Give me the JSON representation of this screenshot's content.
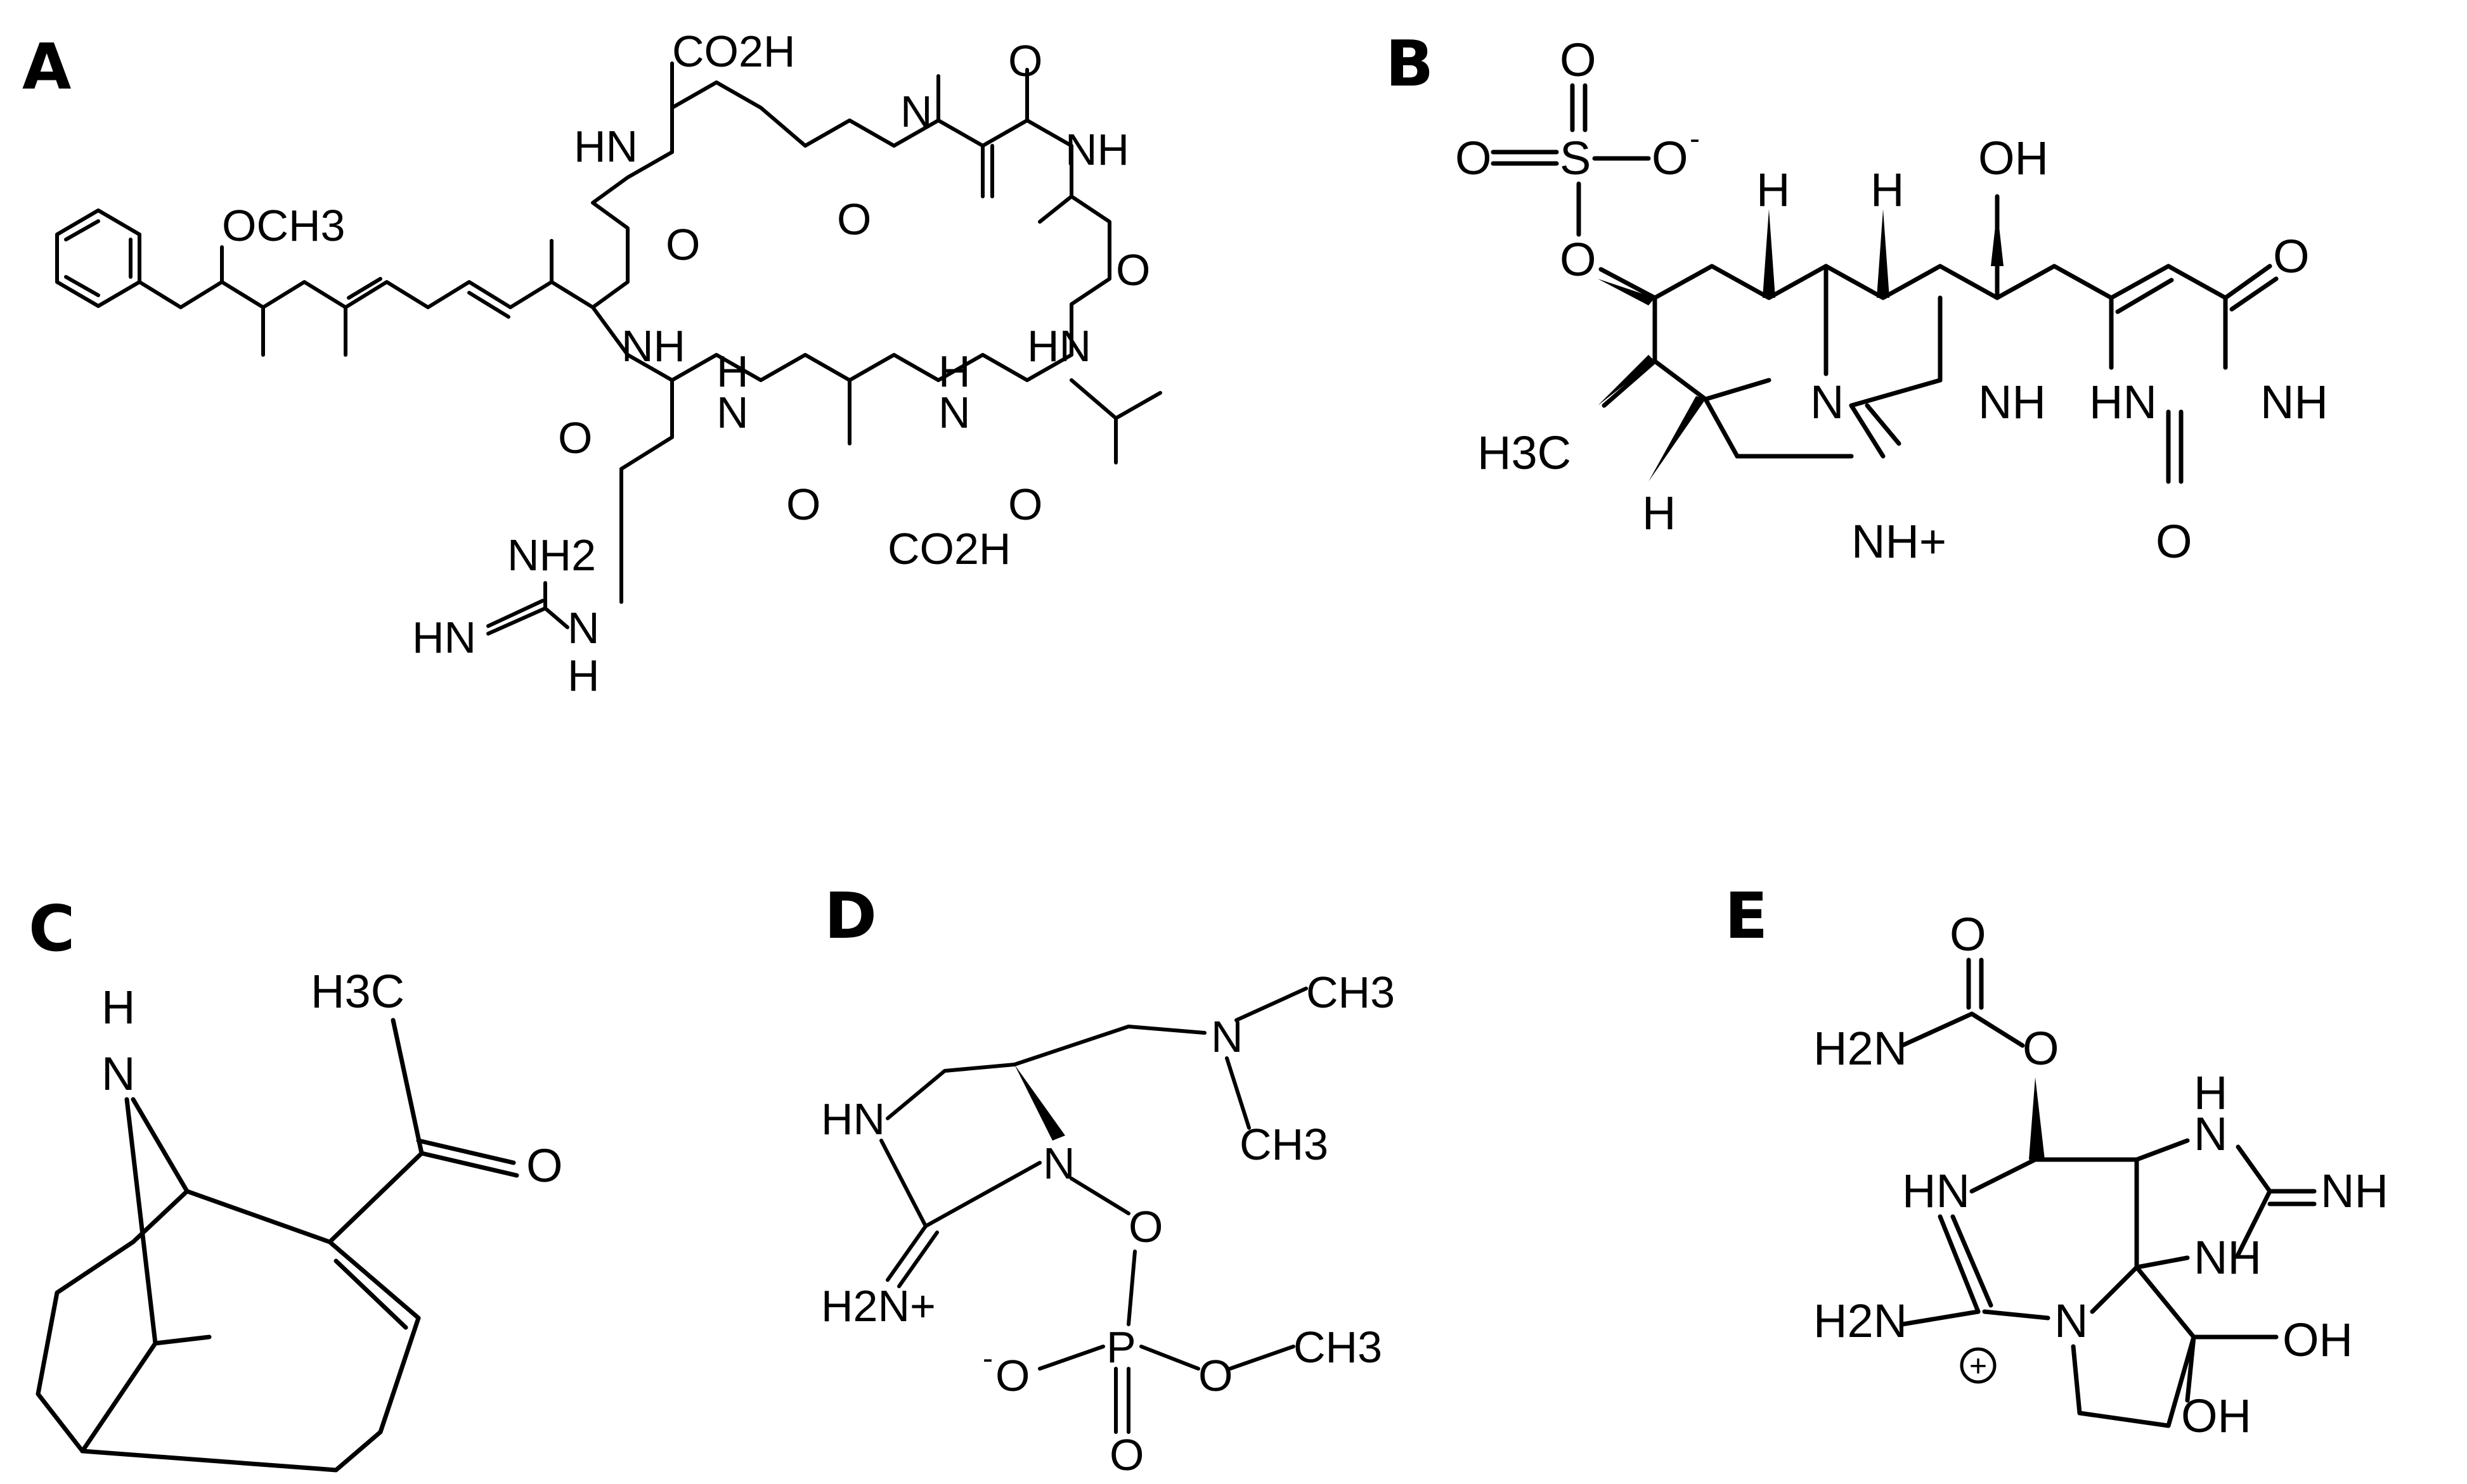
{
  "panels": {
    "A": {
      "letter": "A",
      "labels": {
        "och3": "OCH3",
        "co2h_top": "CO2H",
        "co2h_bottom": "CO2H",
        "hn_1": "HN",
        "n_methyl": "N",
        "o_1": "O",
        "o_2": "O",
        "o_3": "O",
        "nh_1": "NH",
        "nh_2": "NH",
        "hn_2": "HN",
        "o_4": "O",
        "o_5": "O",
        "h_1": "H",
        "n_1": "N",
        "h_2": "H",
        "n_2": "N",
        "o_6": "O",
        "o_7": "O",
        "nh2": "NH2",
        "hn_3": "HN",
        "h_3": "H",
        "n_3": "N"
      }
    },
    "B": {
      "letter": "B",
      "labels": {
        "o_s1": "O",
        "o_s2": "O",
        "s": "S",
        "o_minus": "O",
        "charge_minus": "-",
        "o_ester": "O",
        "h_1": "H",
        "h_2": "H",
        "oh": "OH",
        "o_right": "O",
        "n_ring": "N",
        "nh_1": "NH",
        "hn": "HN",
        "nh_2": "NH",
        "h3c": "H3C",
        "h_3": "H",
        "nh_plus": "NH+",
        "o_bottom": "O"
      }
    },
    "C": {
      "letter": "C",
      "labels": {
        "h": "H",
        "n": "N",
        "h3c": "H3C",
        "o": "O"
      }
    },
    "D": {
      "letter": "D",
      "labels": {
        "ch3_top": "CH3",
        "n_amine": "N",
        "ch3_mid": "CH3",
        "hn": "HN",
        "n_ring": "N",
        "o_1": "O",
        "h2n_plus": "H2N+",
        "o_minus": "O",
        "charge_minus": "-",
        "p": "P",
        "o_2": "O",
        "ch3_bottom": "CH3",
        "o_3": "O"
      }
    },
    "E": {
      "letter": "E",
      "labels": {
        "o_top": "O",
        "h2n_top": "H2N",
        "o_ester": "O",
        "h_top": "H",
        "n_1": "N",
        "hn": "HN",
        "nh_right": "NH",
        "nh_2": "NH",
        "h2n_bottom": "H2N",
        "n_ring": "N",
        "charge_plus": "+",
        "oh_1": "OH",
        "oh_2": "OH"
      }
    }
  }
}
